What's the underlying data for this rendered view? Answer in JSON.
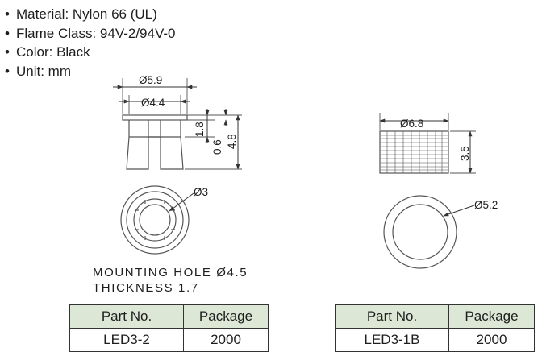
{
  "specs": [
    "Material: Nylon 66 (UL)",
    "Flame Class: 94V-2/94V-0",
    "Color: Black",
    "Unit: mm"
  ],
  "left_part": {
    "dims": {
      "outer_dia": "Ø5.9",
      "inner_dia": "Ø4.4",
      "flange_h": "1.8",
      "gap_h": "0.6",
      "total_h": "4.8",
      "hole_dia": "Ø3"
    },
    "mounting_hole": "MOUNTING HOLE Ø4.5",
    "thickness": "THICKNESS 1.7",
    "table": {
      "headers": [
        "Part No.",
        "Package"
      ],
      "rows": [
        [
          "LED3-2",
          "2000"
        ]
      ]
    }
  },
  "right_part": {
    "dims": {
      "outer_dia": "Ø6.8",
      "height": "3.5",
      "inner_dia": "Ø5.2"
    },
    "table": {
      "headers": [
        "Part No.",
        "Package"
      ],
      "rows": [
        [
          "LED3-1B",
          "2000"
        ]
      ]
    }
  },
  "colors": {
    "table_header_bg": "#dde7d6",
    "line": "#333333"
  }
}
